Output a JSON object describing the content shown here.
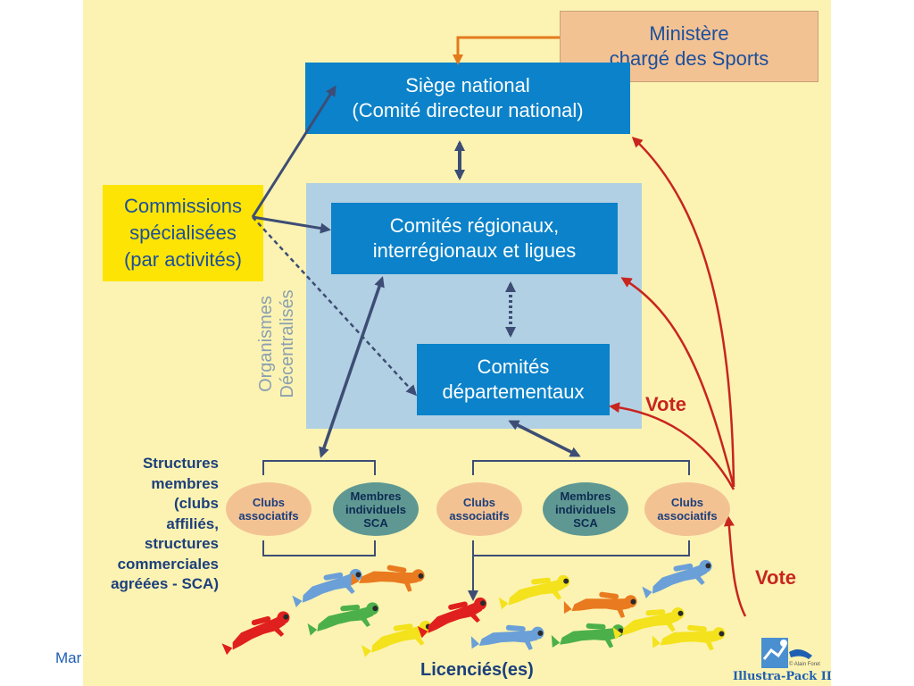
{
  "boxes": {
    "siege_line1": "Siège national",
    "siege_line2": "(Comité directeur national)",
    "ministere_line1": "Ministère",
    "ministere_line2": "chargé des Sports",
    "regionaux_line1": "Comités régionaux,",
    "regionaux_line2": "interrégionaux et ligues",
    "departementaux_line1": "Comités",
    "departementaux_line2": "départementaux",
    "commissions_line1": "Commissions",
    "commissions_line2": "spécialisées",
    "commissions_line3": "(par activités)"
  },
  "organismes": {
    "line1": "Organismes",
    "line2": "Décentralisés"
  },
  "structures": {
    "lines": [
      "Structures",
      "membres",
      "(clubs",
      "affiliés,",
      "structures",
      "commerciales",
      "agréées - SCA)"
    ]
  },
  "ovals": [
    {
      "line1": "Clubs",
      "line2": "associatifs",
      "line3": ""
    },
    {
      "line1": "Membres",
      "line2": "individuels",
      "line3": "SCA"
    },
    {
      "line1": "Clubs",
      "line2": "associatifs",
      "line3": ""
    },
    {
      "line1": "Membres",
      "line2": "individuels",
      "line3": "SCA"
    },
    {
      "line1": "Clubs",
      "line2": "associatifs",
      "line3": ""
    }
  ],
  "votes": [
    "Vote",
    "Vote"
  ],
  "licencies": "Licenciés(es)",
  "footer_fragment": "Mar",
  "logo": {
    "text": "Illustra-Pack II",
    "credit": "© Alain Foret"
  },
  "colors": {
    "background": "#fcf3b2",
    "blue_box": "#0b82c9",
    "decentralised_region": "#b2d0e3",
    "ministere_box": "#f3c293",
    "commissions_box": "#fde404",
    "vote_red": "#c8251f",
    "ministere_arrow": "#e37a1c",
    "arrow_navy": "#3d4d75"
  },
  "divers": [
    {
      "color": "#e0201e"
    },
    {
      "color": "#6a9fd8"
    },
    {
      "color": "#e97a1f"
    },
    {
      "color": "#4cb04a"
    },
    {
      "color": "#f3e21c"
    },
    {
      "color": "#e0201e"
    },
    {
      "color": "#6a9fd8"
    },
    {
      "color": "#f3e21c"
    },
    {
      "color": "#e97a1f"
    },
    {
      "color": "#6a9fd8"
    },
    {
      "color": "#4cb04a"
    },
    {
      "color": "#f3e21c"
    },
    {
      "color": "#f3e21c"
    }
  ]
}
